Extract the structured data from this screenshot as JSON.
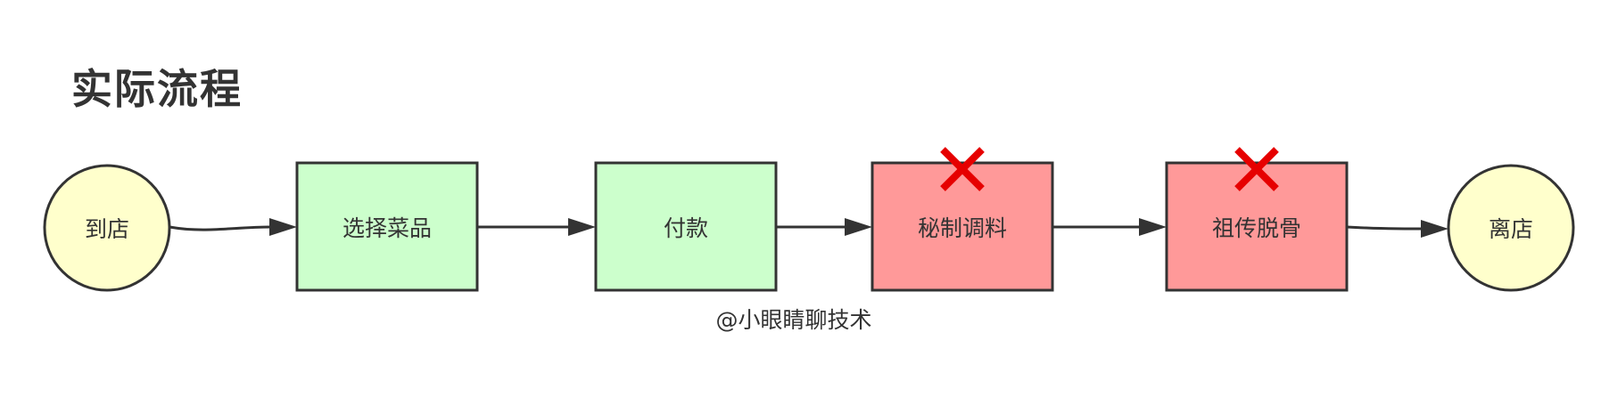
{
  "title": "实际流程",
  "nodes": [
    {
      "id": "arrive",
      "label": "到店",
      "shape": "circle",
      "fill": "#ffffcc"
    },
    {
      "id": "select",
      "label": "选择菜品",
      "shape": "rect",
      "fill": "#ccffcc"
    },
    {
      "id": "pay",
      "label": "付款",
      "shape": "rect",
      "fill": "#ccffcc"
    },
    {
      "id": "secret",
      "label": "秘制调料",
      "shape": "rect",
      "fill": "#ff9999",
      "crossed": true
    },
    {
      "id": "deboned",
      "label": "祖传脱骨",
      "shape": "rect",
      "fill": "#ff9999",
      "crossed": true
    },
    {
      "id": "leave",
      "label": "离店",
      "shape": "circle",
      "fill": "#ffffcc"
    }
  ],
  "edges": [
    {
      "from": "arrive",
      "to": "select"
    },
    {
      "from": "select",
      "to": "pay"
    },
    {
      "from": "pay",
      "to": "secret"
    },
    {
      "from": "secret",
      "to": "deboned"
    },
    {
      "from": "deboned",
      "to": "leave"
    }
  ],
  "watermark": "@小眼睛聊技术",
  "colors": {
    "stroke": "#333333",
    "cross": "#e60000"
  }
}
